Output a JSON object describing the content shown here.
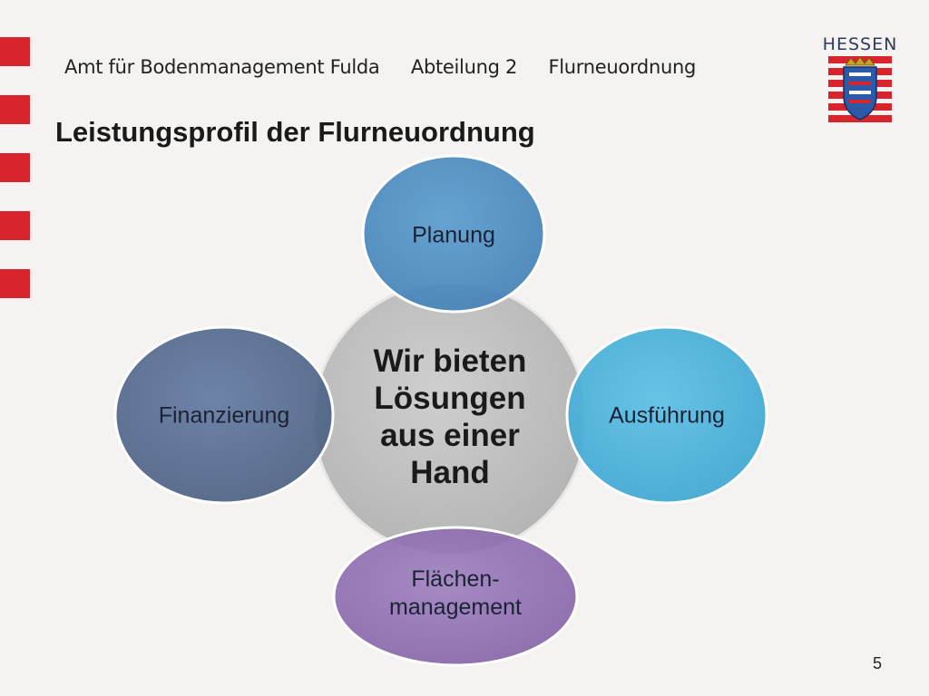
{
  "header": {
    "office": "Amt für Bodenmanagement Fulda",
    "department": "Abteilung 2",
    "field": "Flurneuordnung"
  },
  "title": "Leistungsprofil der Flurneuordnung",
  "logo": {
    "text": "HESSEN",
    "icon": "hessen-coat-of-arms-icon"
  },
  "diagram": {
    "center": [
      "Wir bieten",
      "Lösungen",
      "aus einer",
      "Hand"
    ],
    "nodes": {
      "top": "Planung",
      "left": "Finanzierung",
      "right": "Ausführung",
      "bottom": [
        "Flächen-",
        "management"
      ]
    }
  },
  "page_number": "5",
  "colors": {
    "accent_red": "#d7242d",
    "center": "#bdbdbd",
    "planung": "#4d8fc2",
    "finanzierung": "#536b8f",
    "ausfuehrung": "#4cb3db",
    "flaechen": "#8f6fb0"
  }
}
